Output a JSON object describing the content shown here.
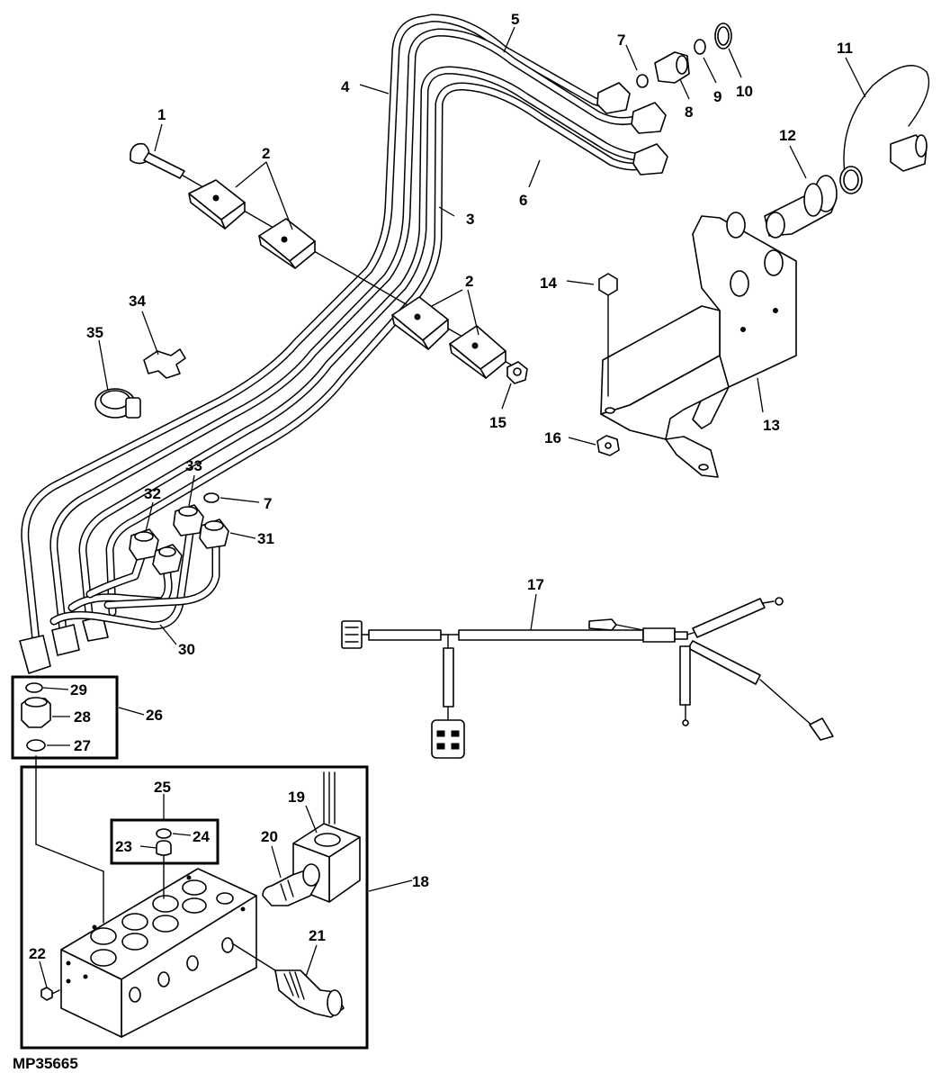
{
  "figure_id": "MP35665",
  "callouts": [
    {
      "id": "c1",
      "text": "1"
    },
    {
      "id": "c2a",
      "text": "2"
    },
    {
      "id": "c2b",
      "text": "2"
    },
    {
      "id": "c3",
      "text": "3"
    },
    {
      "id": "c4",
      "text": "4"
    },
    {
      "id": "c5",
      "text": "5"
    },
    {
      "id": "c6",
      "text": "6"
    },
    {
      "id": "c7a",
      "text": "7"
    },
    {
      "id": "c7b",
      "text": "7"
    },
    {
      "id": "c8",
      "text": "8"
    },
    {
      "id": "c9",
      "text": "9"
    },
    {
      "id": "c10",
      "text": "10"
    },
    {
      "id": "c11",
      "text": "11"
    },
    {
      "id": "c12",
      "text": "12"
    },
    {
      "id": "c13",
      "text": "13"
    },
    {
      "id": "c14",
      "text": "14"
    },
    {
      "id": "c15",
      "text": "15"
    },
    {
      "id": "c16",
      "text": "16"
    },
    {
      "id": "c17",
      "text": "17"
    },
    {
      "id": "c18",
      "text": "18"
    },
    {
      "id": "c19",
      "text": "19"
    },
    {
      "id": "c20",
      "text": "20"
    },
    {
      "id": "c21",
      "text": "21"
    },
    {
      "id": "c22",
      "text": "22"
    },
    {
      "id": "c23",
      "text": "23"
    },
    {
      "id": "c24",
      "text": "24"
    },
    {
      "id": "c25",
      "text": "25"
    },
    {
      "id": "c26",
      "text": "26"
    },
    {
      "id": "c27",
      "text": "27"
    },
    {
      "id": "c28",
      "text": "28"
    },
    {
      "id": "c29",
      "text": "29"
    },
    {
      "id": "c30",
      "text": "30"
    },
    {
      "id": "c31",
      "text": "31"
    },
    {
      "id": "c32",
      "text": "32"
    },
    {
      "id": "c33",
      "text": "33"
    },
    {
      "id": "c34",
      "text": "34"
    },
    {
      "id": "c35",
      "text": "35"
    }
  ]
}
